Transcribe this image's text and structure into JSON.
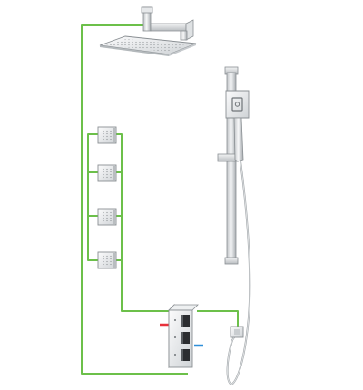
{
  "colors": {
    "background": "#ffffff",
    "pipe": "#6cc04a",
    "hot": "#e8323c",
    "cold": "#2f8fd8",
    "chrome_light": "#f2f3f4",
    "chrome_mid": "#d7dadc",
    "chrome_dark": "#9ea3a7",
    "outline": "#8a8f93",
    "glass": "#2b2d30"
  },
  "components": [
    {
      "id": "rain-shower-head",
      "icon": "square-rain-head-icon"
    },
    {
      "id": "body-jet",
      "count": 4,
      "icon": "body-jet-icon"
    },
    {
      "id": "thermostatic-valve",
      "icon": "three-knob-valve-icon"
    },
    {
      "id": "slide-rail-handshower",
      "icon": "handshower-icon"
    }
  ]
}
